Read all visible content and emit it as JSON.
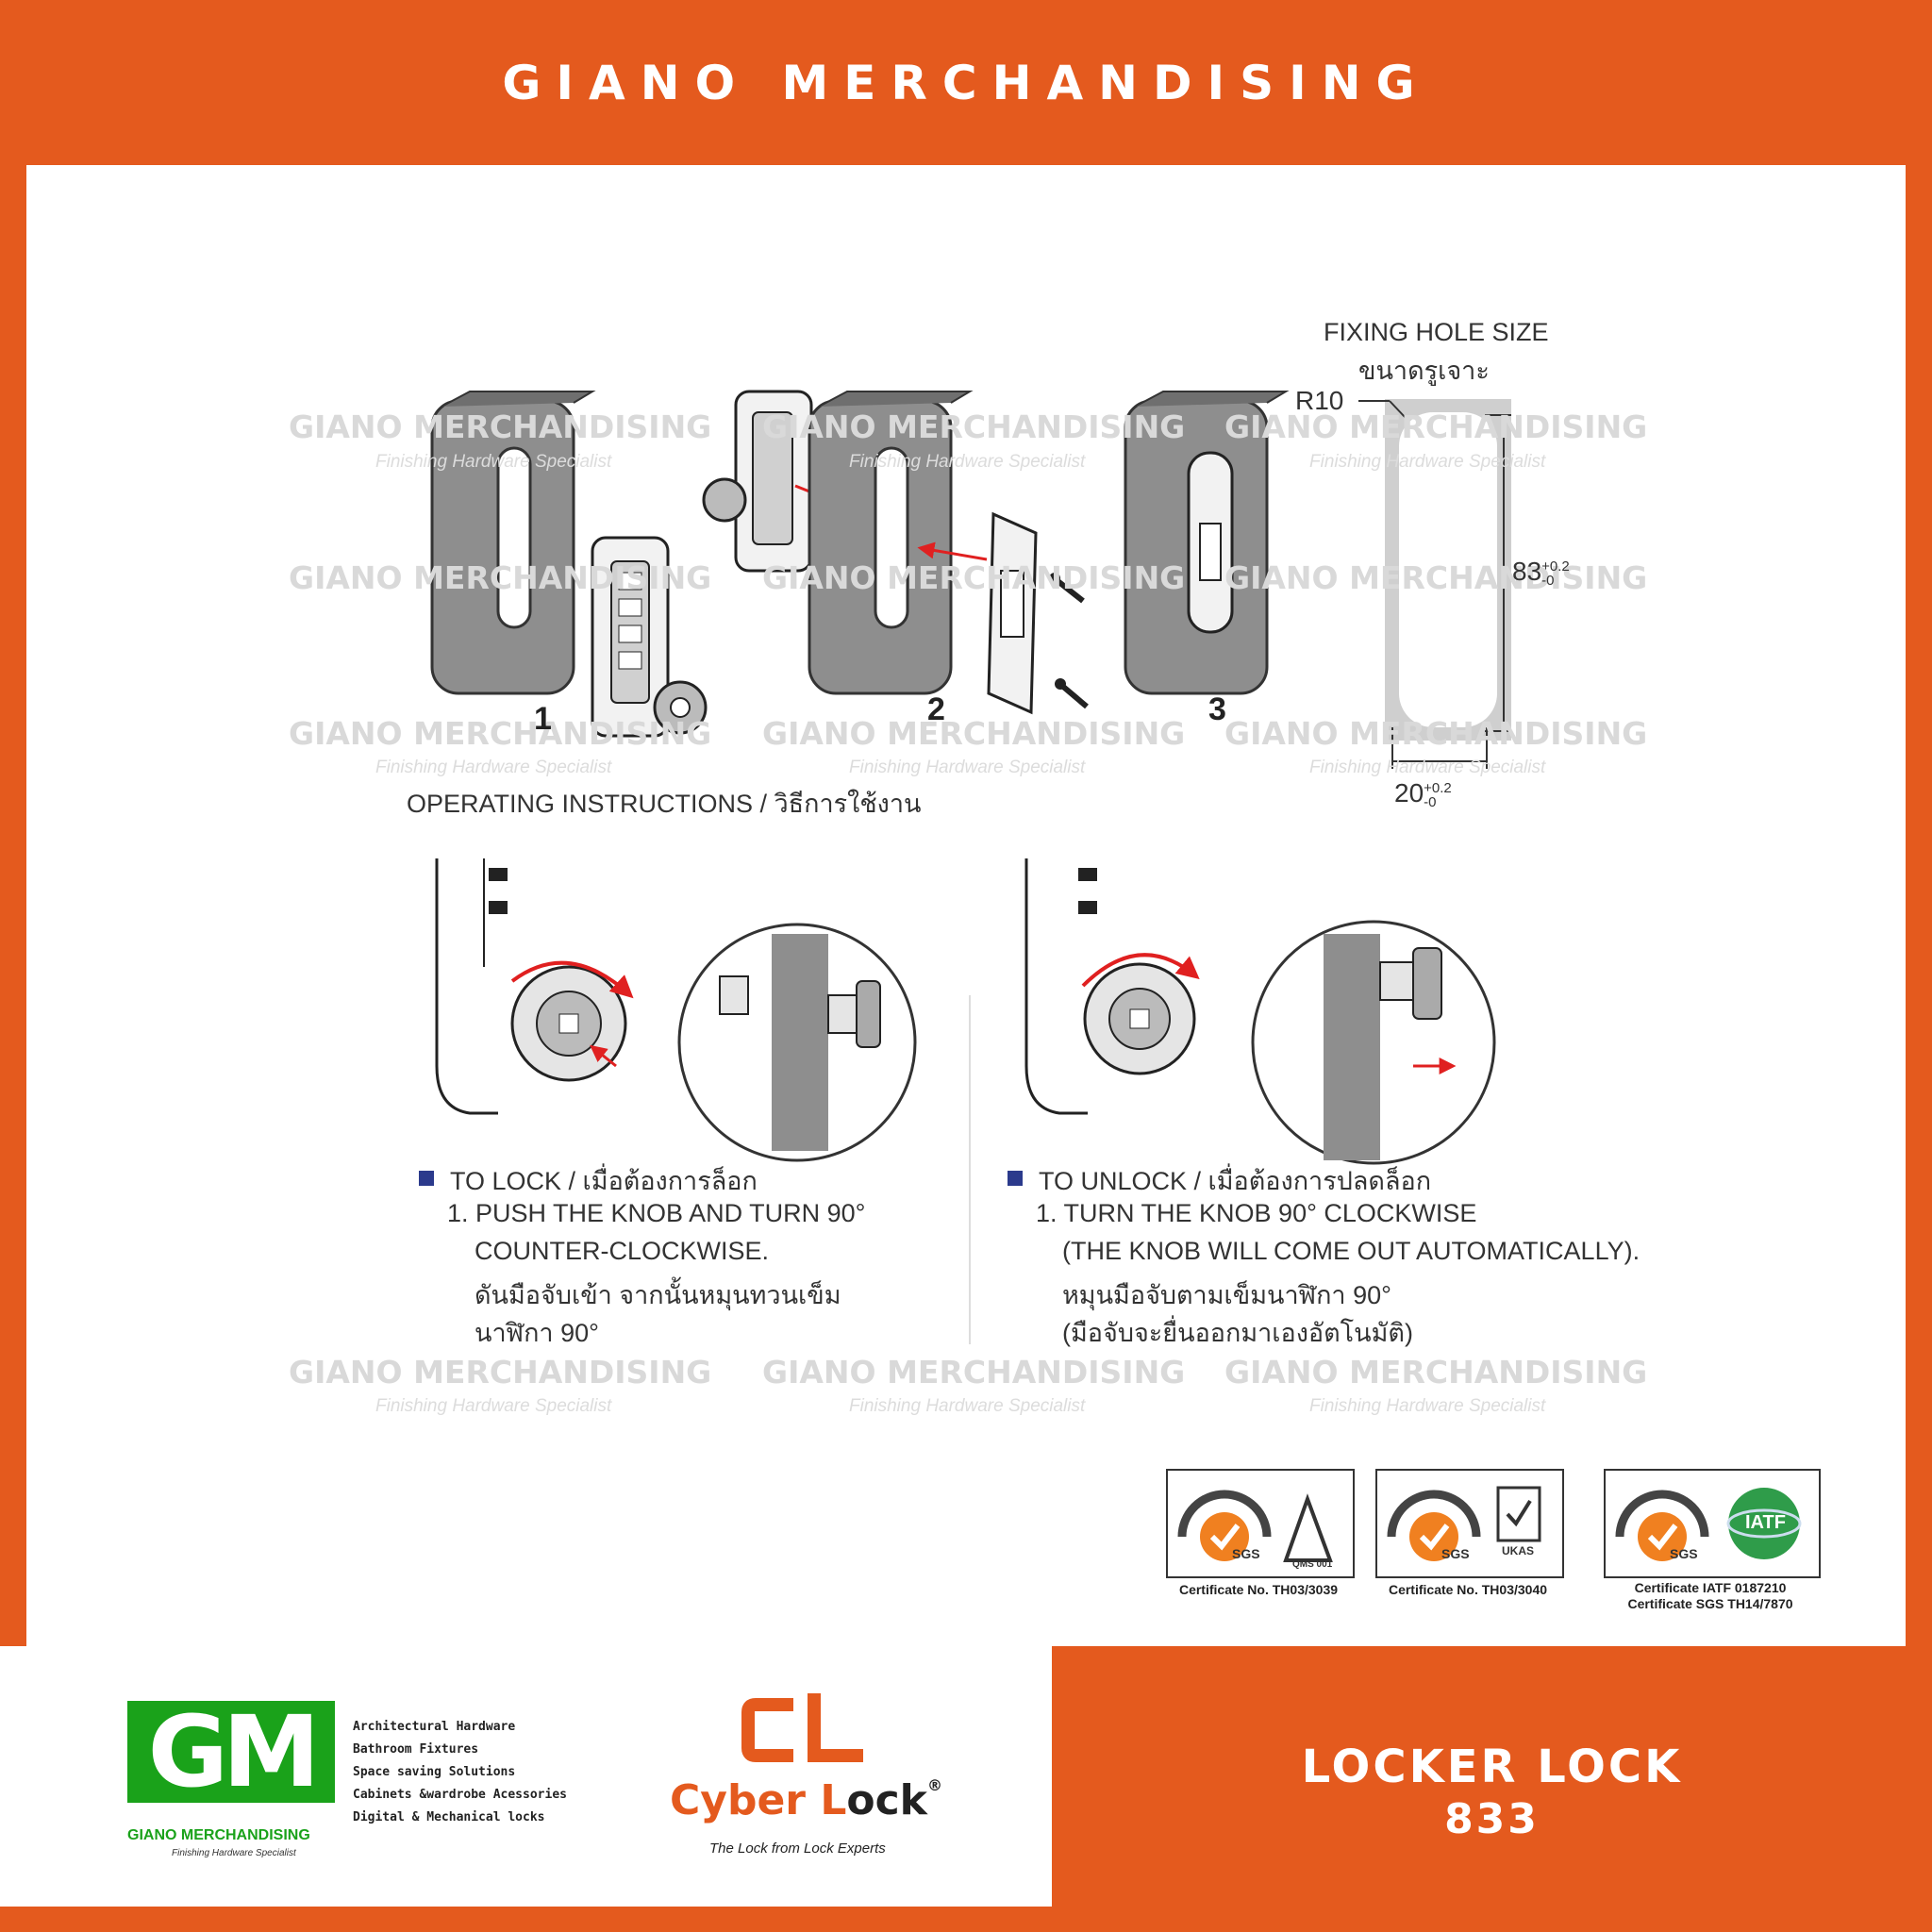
{
  "header": {
    "title": "GIANO MERCHANDISING"
  },
  "watermark": {
    "title": "GIANO MERCHANDISING",
    "subtitle": "Finishing Hardware Specialist"
  },
  "steps": {
    "s1": "1",
    "s2": "2",
    "s3": "3"
  },
  "fixing_hole": {
    "title_en": "FIXING HOLE SIZE",
    "title_th": "ขนาดรูเจาะ",
    "radius_label": "R10",
    "height_value": "83",
    "height_tol_upper": "+0.2",
    "height_tol_lower": "-0",
    "width_value": "20",
    "width_tol_upper": "+0.2",
    "width_tol_lower": "-0"
  },
  "operating": {
    "heading": "OPERATING INSTRUCTIONS /  วิธีการใช้งาน"
  },
  "to_lock": {
    "heading": "TO LOCK / เมื่อต้องการล็อก",
    "line1": "1. PUSH THE KNOB AND TURN 90°",
    "line2": "COUNTER-CLOCKWISE.",
    "line3": "ดันมือจับเข้า จากนั้นหมุนทวนเข็ม",
    "line4": "นาฬิกา 90°"
  },
  "to_unlock": {
    "heading": "TO UNLOCK / เมื่อต้องการปลดล็อก",
    "line1": "1. TURN THE KNOB 90° CLOCKWISE",
    "line2": "(THE KNOB WILL COME OUT AUTOMATICALLY).",
    "line3": "หมุนมือจับตามเข็มนาฬิกา 90°",
    "line4": "(มือจับจะยื่นออกมาเองอัตโนมัติ)"
  },
  "certificates": [
    {
      "caption": "Certificate No. TH03/3039",
      "badge_a": "SGS",
      "badge_b": "QMS 001"
    },
    {
      "caption": "Certificate No. TH03/3040",
      "badge_a": "SGS",
      "badge_b": "UKAS"
    },
    {
      "caption_line1": "Certificate IATF 0187210",
      "caption_line2": "Certificate SGS TH14/7870",
      "badge_a": "SGS",
      "badge_b": "IATF"
    }
  ],
  "brand": {
    "logo_letters": "GM",
    "name": "GIANO MERCHANDISING",
    "tagline": "Finishing Hardware Specialist",
    "services": [
      "Architectural Hardware",
      "Bathroom Fixtures",
      "Space saving Solutions",
      "Cabinets &wardrobe Acessories",
      "Digital & Mechanical locks"
    ]
  },
  "cyberlock": {
    "name_part1": "Cyber ",
    "name_part2": "L",
    "name_part3": "ock",
    "registered": "®",
    "tagline": "The Lock from Lock Experts"
  },
  "product": {
    "line1": "LOCKER LOCK",
    "line2": "833"
  },
  "colors": {
    "brand_orange": "#e45a1e",
    "gm_green": "#1aa21a",
    "arrow_red": "#e02020",
    "plate_gray": "#8e8e8e"
  }
}
